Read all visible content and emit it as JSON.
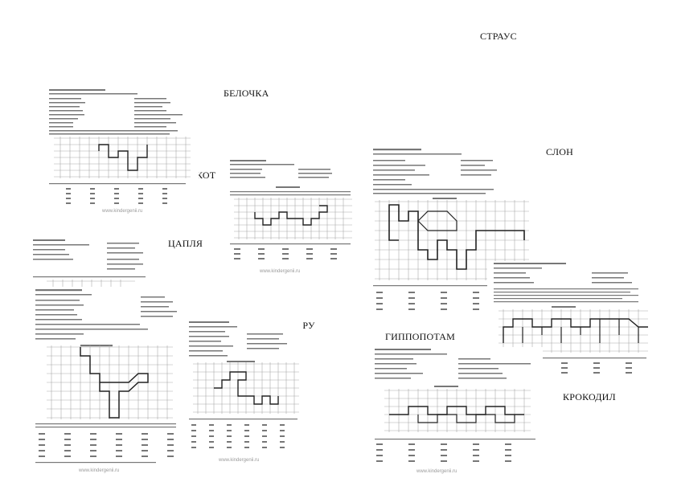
{
  "labels": {
    "straus_top": "СТРАУС",
    "belochka": "БЕЛОЧКА",
    "kot": "КОТ",
    "slon": "СЛОН",
    "caplya": "ЦАПЛЯ",
    "kenguru": "КЕНГУРУ",
    "gippopotam": "ГИППОПОТАМ",
    "krokodil": "КРОКОДИЛ"
  },
  "watermark": "www.kindergenii.ru"
}
